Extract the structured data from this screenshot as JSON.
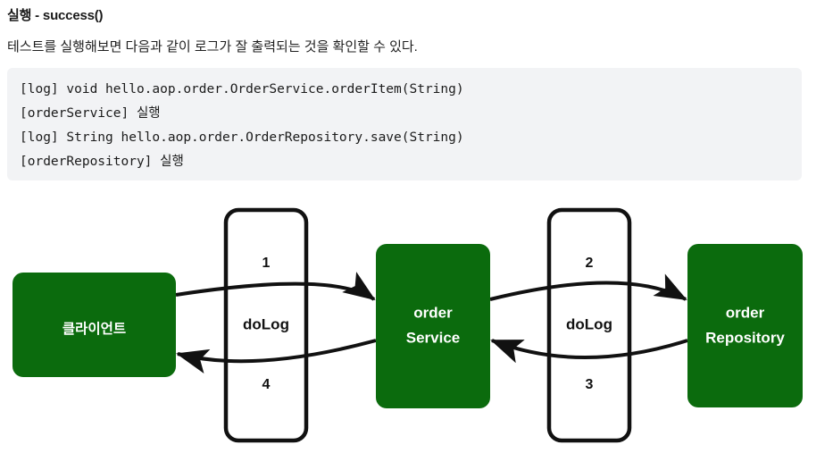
{
  "document": {
    "title": "실행 - success()",
    "paragraph": "테스트를 실행해보면 다음과 같이 로그가 잘 출력되는 것을 확인할 수 있다."
  },
  "code_block": {
    "background_color": "#f2f3f5",
    "lines": [
      "[log] void hello.aop.order.OrderService.orderItem(String)",
      "[orderService] 실행",
      "[log] String hello.aop.order.OrderRepository.save(String)",
      "[orderRepository] 실행"
    ]
  },
  "diagram": {
    "colors": {
      "node_fill": "#0b6b0d",
      "node_text": "#ffffff",
      "aspect_stroke": "#111111",
      "aspect_fill": "#ffffff",
      "arrow": "#111111"
    },
    "nodes": [
      {
        "id": "client",
        "label_line1": "클라이언트",
        "label_line2": ""
      },
      {
        "id": "order-service",
        "label_line1": "order",
        "label_line2": "Service"
      },
      {
        "id": "order-repository",
        "label_line1": "order",
        "label_line2": "Repository"
      }
    ],
    "aspects": [
      {
        "id": "dolog-left",
        "label": "doLog",
        "number_top": "1",
        "number_bottom": "4"
      },
      {
        "id": "dolog-right",
        "label": "doLog",
        "number_top": "2",
        "number_bottom": "3"
      }
    ],
    "arrows": [
      {
        "id": "client-to-service",
        "sequence": "1",
        "direction": "right"
      },
      {
        "id": "service-to-client",
        "sequence": "4",
        "direction": "left"
      },
      {
        "id": "service-to-repository",
        "sequence": "2",
        "direction": "right"
      },
      {
        "id": "repository-to-service",
        "sequence": "3",
        "direction": "left"
      }
    ]
  }
}
